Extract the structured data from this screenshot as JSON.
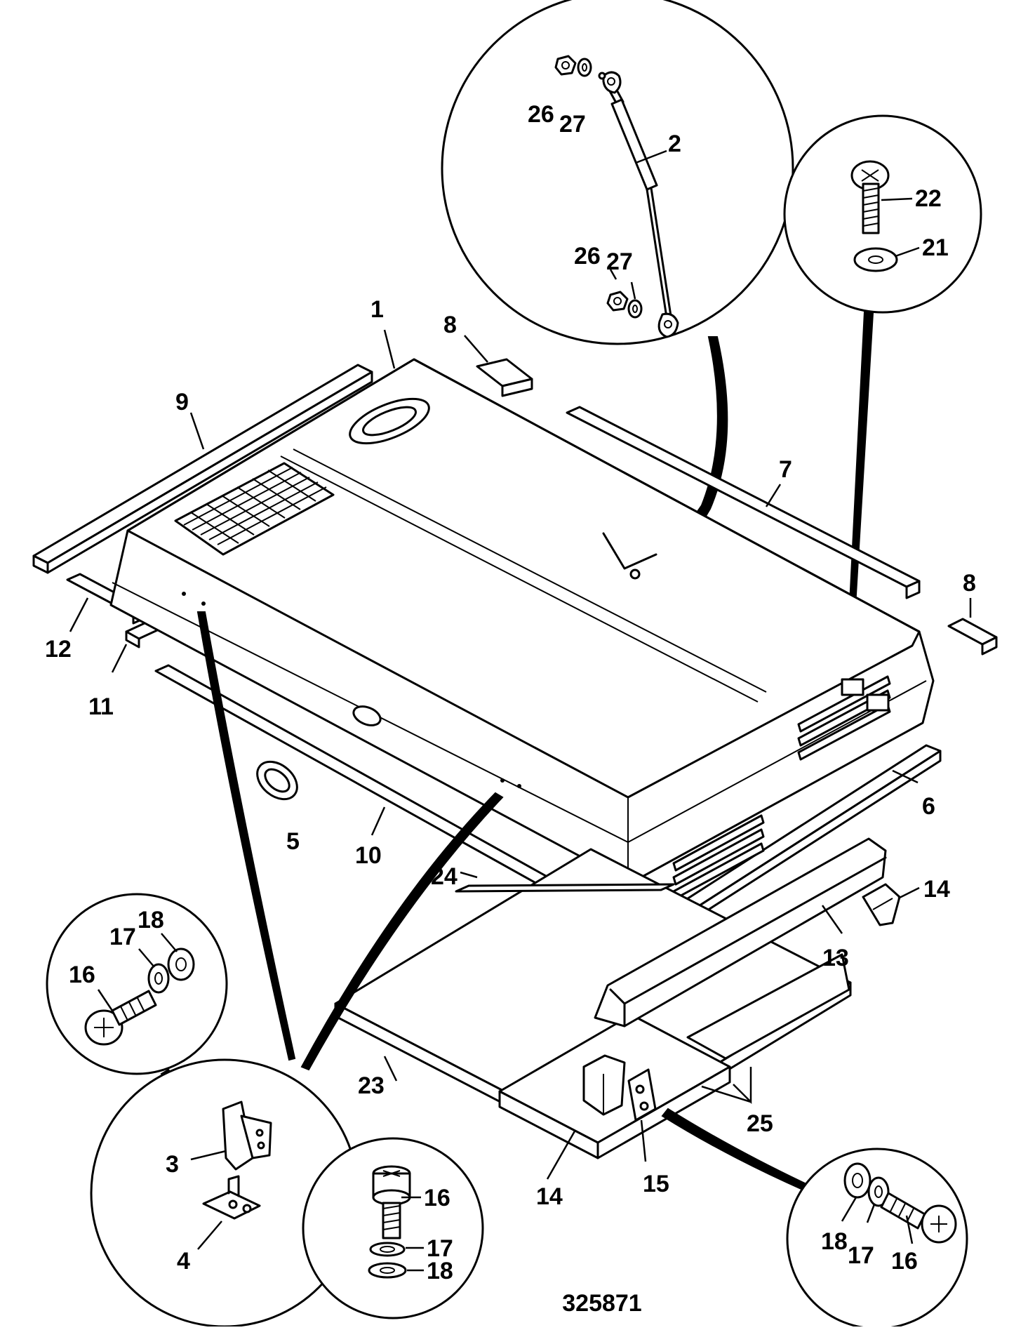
{
  "drawing_number": "325871",
  "callouts": {
    "c1": "1",
    "c2": "2",
    "c3": "3",
    "c4": "4",
    "c5": "5",
    "c6": "6",
    "c7": "7",
    "c8a": "8",
    "c8b": "8",
    "c9": "9",
    "c10": "10",
    "c11": "11",
    "c12": "12",
    "c13": "13",
    "c14a": "14",
    "c14b": "14",
    "c15": "15",
    "c16a": "16",
    "c16b": "16",
    "c16c": "16",
    "c17a": "17",
    "c17b": "17",
    "c17c": "17",
    "c18a": "18",
    "c18b": "18",
    "c18c": "18",
    "c21": "21",
    "c22": "22",
    "c23": "23",
    "c24": "24",
    "c25": "25",
    "c26a": "26",
    "c26b": "26",
    "c27a": "27",
    "c27b": "27"
  }
}
